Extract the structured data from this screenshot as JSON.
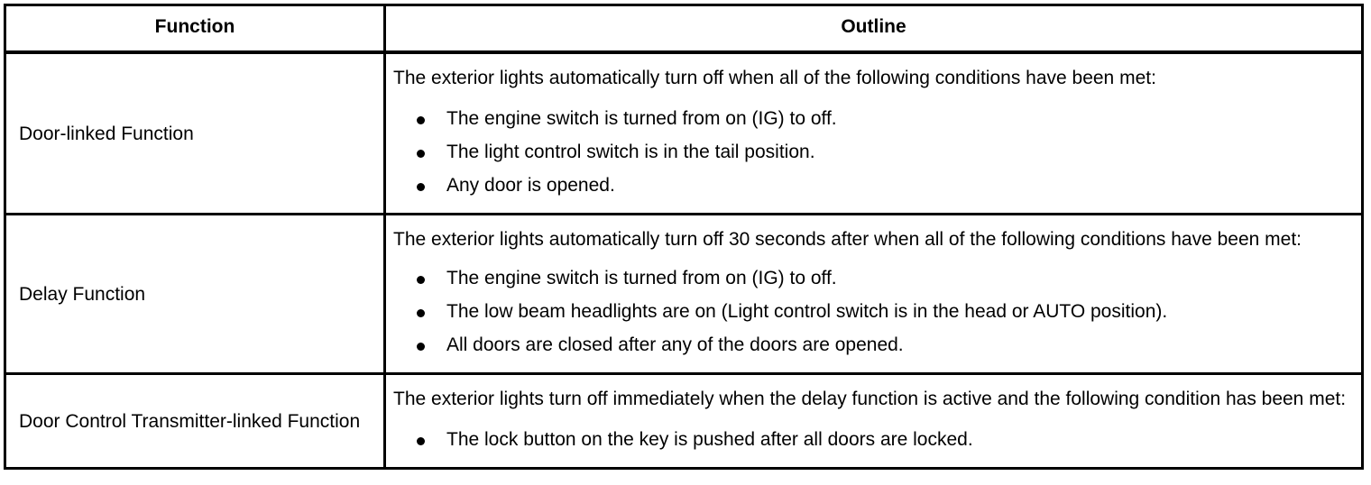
{
  "table": {
    "headers": {
      "function": "Function",
      "outline": "Outline"
    },
    "rows": [
      {
        "function": "Door-linked Function",
        "intro": "The exterior lights automatically turn off when all of the following conditions have been met:",
        "conditions": [
          "The engine switch is turned from on (IG) to off.",
          "The light control switch is in the tail position.",
          "Any door is opened."
        ]
      },
      {
        "function": "Delay Function",
        "intro": "The exterior lights automatically turn off 30 seconds after when all of the following conditions have been met:",
        "conditions": [
          "The engine switch is turned from on (IG) to off.",
          "The low beam headlights are on (Light control switch is in the head or AUTO position).",
          "All doors are closed after any of the doors are opened."
        ]
      },
      {
        "function": "Door Control Transmitter-linked Function",
        "intro": "The exterior lights turn off immediately when the delay function is active and the following condition has been met:",
        "conditions": [
          "The lock button on the key is pushed after all doors are locked."
        ]
      }
    ]
  }
}
